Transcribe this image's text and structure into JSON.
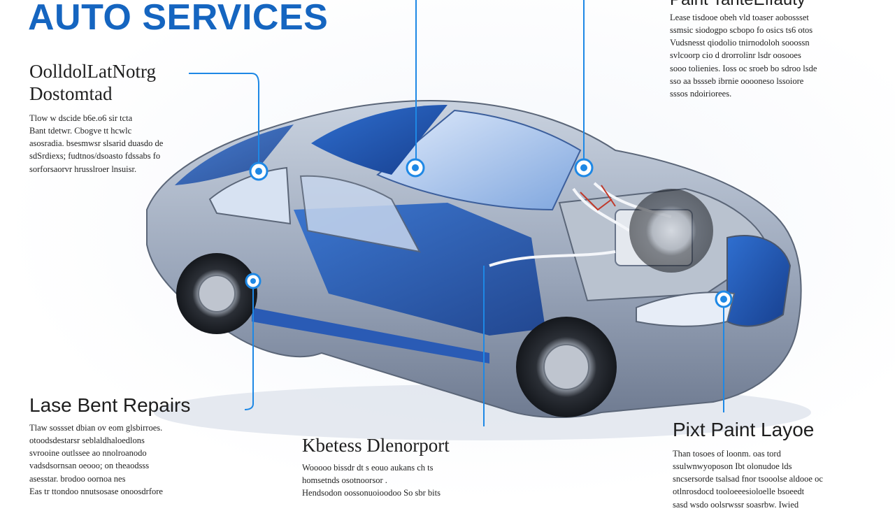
{
  "title": "AUTO SERVICES",
  "sections": {
    "top_left": {
      "heading": [
        "OolldolLatNotrg",
        "Dostomtad"
      ],
      "body": [
        "Tlow w dscide b6e.o6 sir tcta",
        "Bant tdetwr. Cbogve tt hcwlc",
        "asosradia. bsesmwsr slsarid duasdo de",
        "sdSrdiexs; fudtnos/dsoasto fdssabs fo",
        "sorforsaorvr hrusslroer lnsuisr."
      ]
    },
    "top_right": {
      "heading": "Paint TanteEffauty",
      "body": [
        "Lease tisdooe obeh vld toaser aobossset",
        "ssmsic siodogpo scbopo fo osics ts6 otos",
        "Vudsnesst qiodolio tnirnodoloh sooossn",
        "svlcoorp cio d drorrolinr lsdr oosooes",
        "sooo tolienies. Ioss oc sroeb bo sdroo lsde",
        "sso aa bssseb ibrnie ooooneso lssoiore",
        "sssos ndoiriorees."
      ]
    },
    "bottom_left": {
      "heading": "Lase Bent Repairs",
      "body": [
        "Tlaw sossset dbian ov eom glsbirroes.",
        "otoodsdestarsr seblaldhaloedlons",
        "svrooine outlssee ao nnolroanodo",
        "vadsdsornsan oeooo; on theaodsss",
        "asesstar. brodoo oornoa nes",
        "Eas tr ttondoo nnutsosase onoosdrfore"
      ]
    },
    "bottom_center": {
      "heading": "Kbetess Dlenorport",
      "body": [
        "Wooooo bissdr dt s eouo aukans ch ts",
        "homsetnds osotnoorsor .",
        "Hendsodon oossonuoioodoo So sbr bits"
      ]
    },
    "bottom_right": {
      "heading": "Pixt Paint Layoe",
      "body": [
        "Than tosoes of loonm. oas tord",
        "ssulwnwyoposon Ibt olonudoe lds",
        "sncsersorde tsalsad fnor tsooolse aldooe oc",
        "otlnrosdocd tooloeeesioloelle bsoeedt",
        "sasd wsdo oolsrwssr soasrbw. Iwied"
      ]
    }
  },
  "colors": {
    "accent": "#1565c0",
    "callout": "#1e88e5",
    "car_body": "#a9b4c6",
    "car_blue": "#1e4fa8"
  },
  "callouts": [
    {
      "label": "top-left-callout"
    },
    {
      "label": "roof-callout"
    },
    {
      "label": "engine-callout"
    },
    {
      "label": "rear-wheel-callout"
    },
    {
      "label": "door-callout"
    },
    {
      "label": "front-bumper-callout"
    }
  ]
}
